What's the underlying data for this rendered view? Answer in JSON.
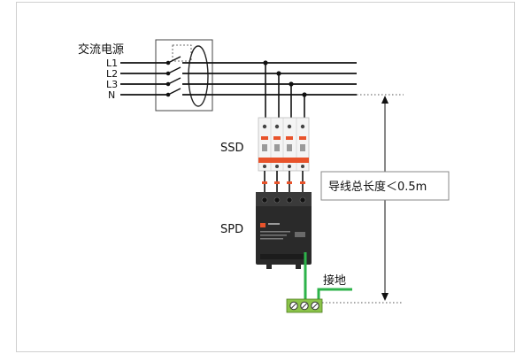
{
  "source_label": "交流电源",
  "lines": [
    "L1",
    "L2",
    "L3",
    "N"
  ],
  "ssd_label": "SSD",
  "spd_label": "SPD",
  "dimension_label": "导线总长度＜0.5m",
  "ground_label": "接地",
  "colors": {
    "frame": "#cfcfcf",
    "wire": "#111111",
    "ground_wire": "#2db34a",
    "accent": "#e8532b",
    "device_dark": "#2a2a2a",
    "terminal_block": "#8bc34a"
  }
}
